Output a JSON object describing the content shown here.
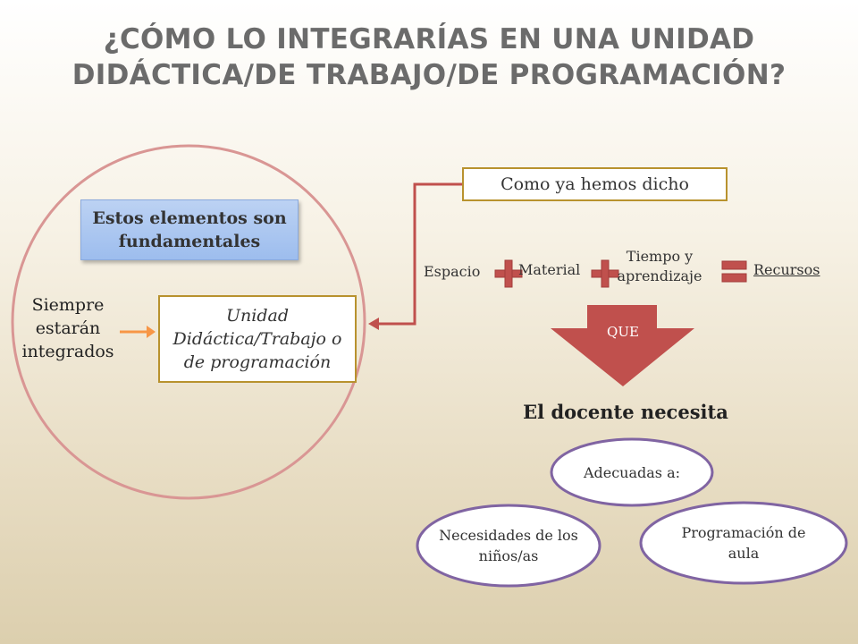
{
  "title": {
    "line1": "¿CÓMO LO INTEGRARÍAS EN UNA UNIDAD",
    "line2": "DIDÁCTICA/DE TRABAJO/DE PROGRAMACIÓN?"
  },
  "left": {
    "fundamentales": "Estos elementos son fundamentales",
    "siempre": "Siempre estarán integrados",
    "unidad": "Unidad Didáctica/Trabajo o de programación"
  },
  "right": {
    "como_ya": "Como ya hemos dicho",
    "espacio": "Espacio",
    "material": "Material",
    "tiempo": "Tiempo y aprendizaje",
    "recursos": "Recursos",
    "que": "QUE",
    "docente": "El docente necesita",
    "adecuadas": "Adecuadas a:",
    "necesidades": "Necesidades de los niños/as",
    "programacion": "Programación de aula"
  },
  "colors": {
    "circle": "#d99694",
    "connector": "#c0504d",
    "plus": "#c0504d",
    "orange_arrow": "#f79646",
    "oval_border": "#8064a2",
    "box_border": "#b8922e",
    "blue_box": "#9dbdee"
  }
}
